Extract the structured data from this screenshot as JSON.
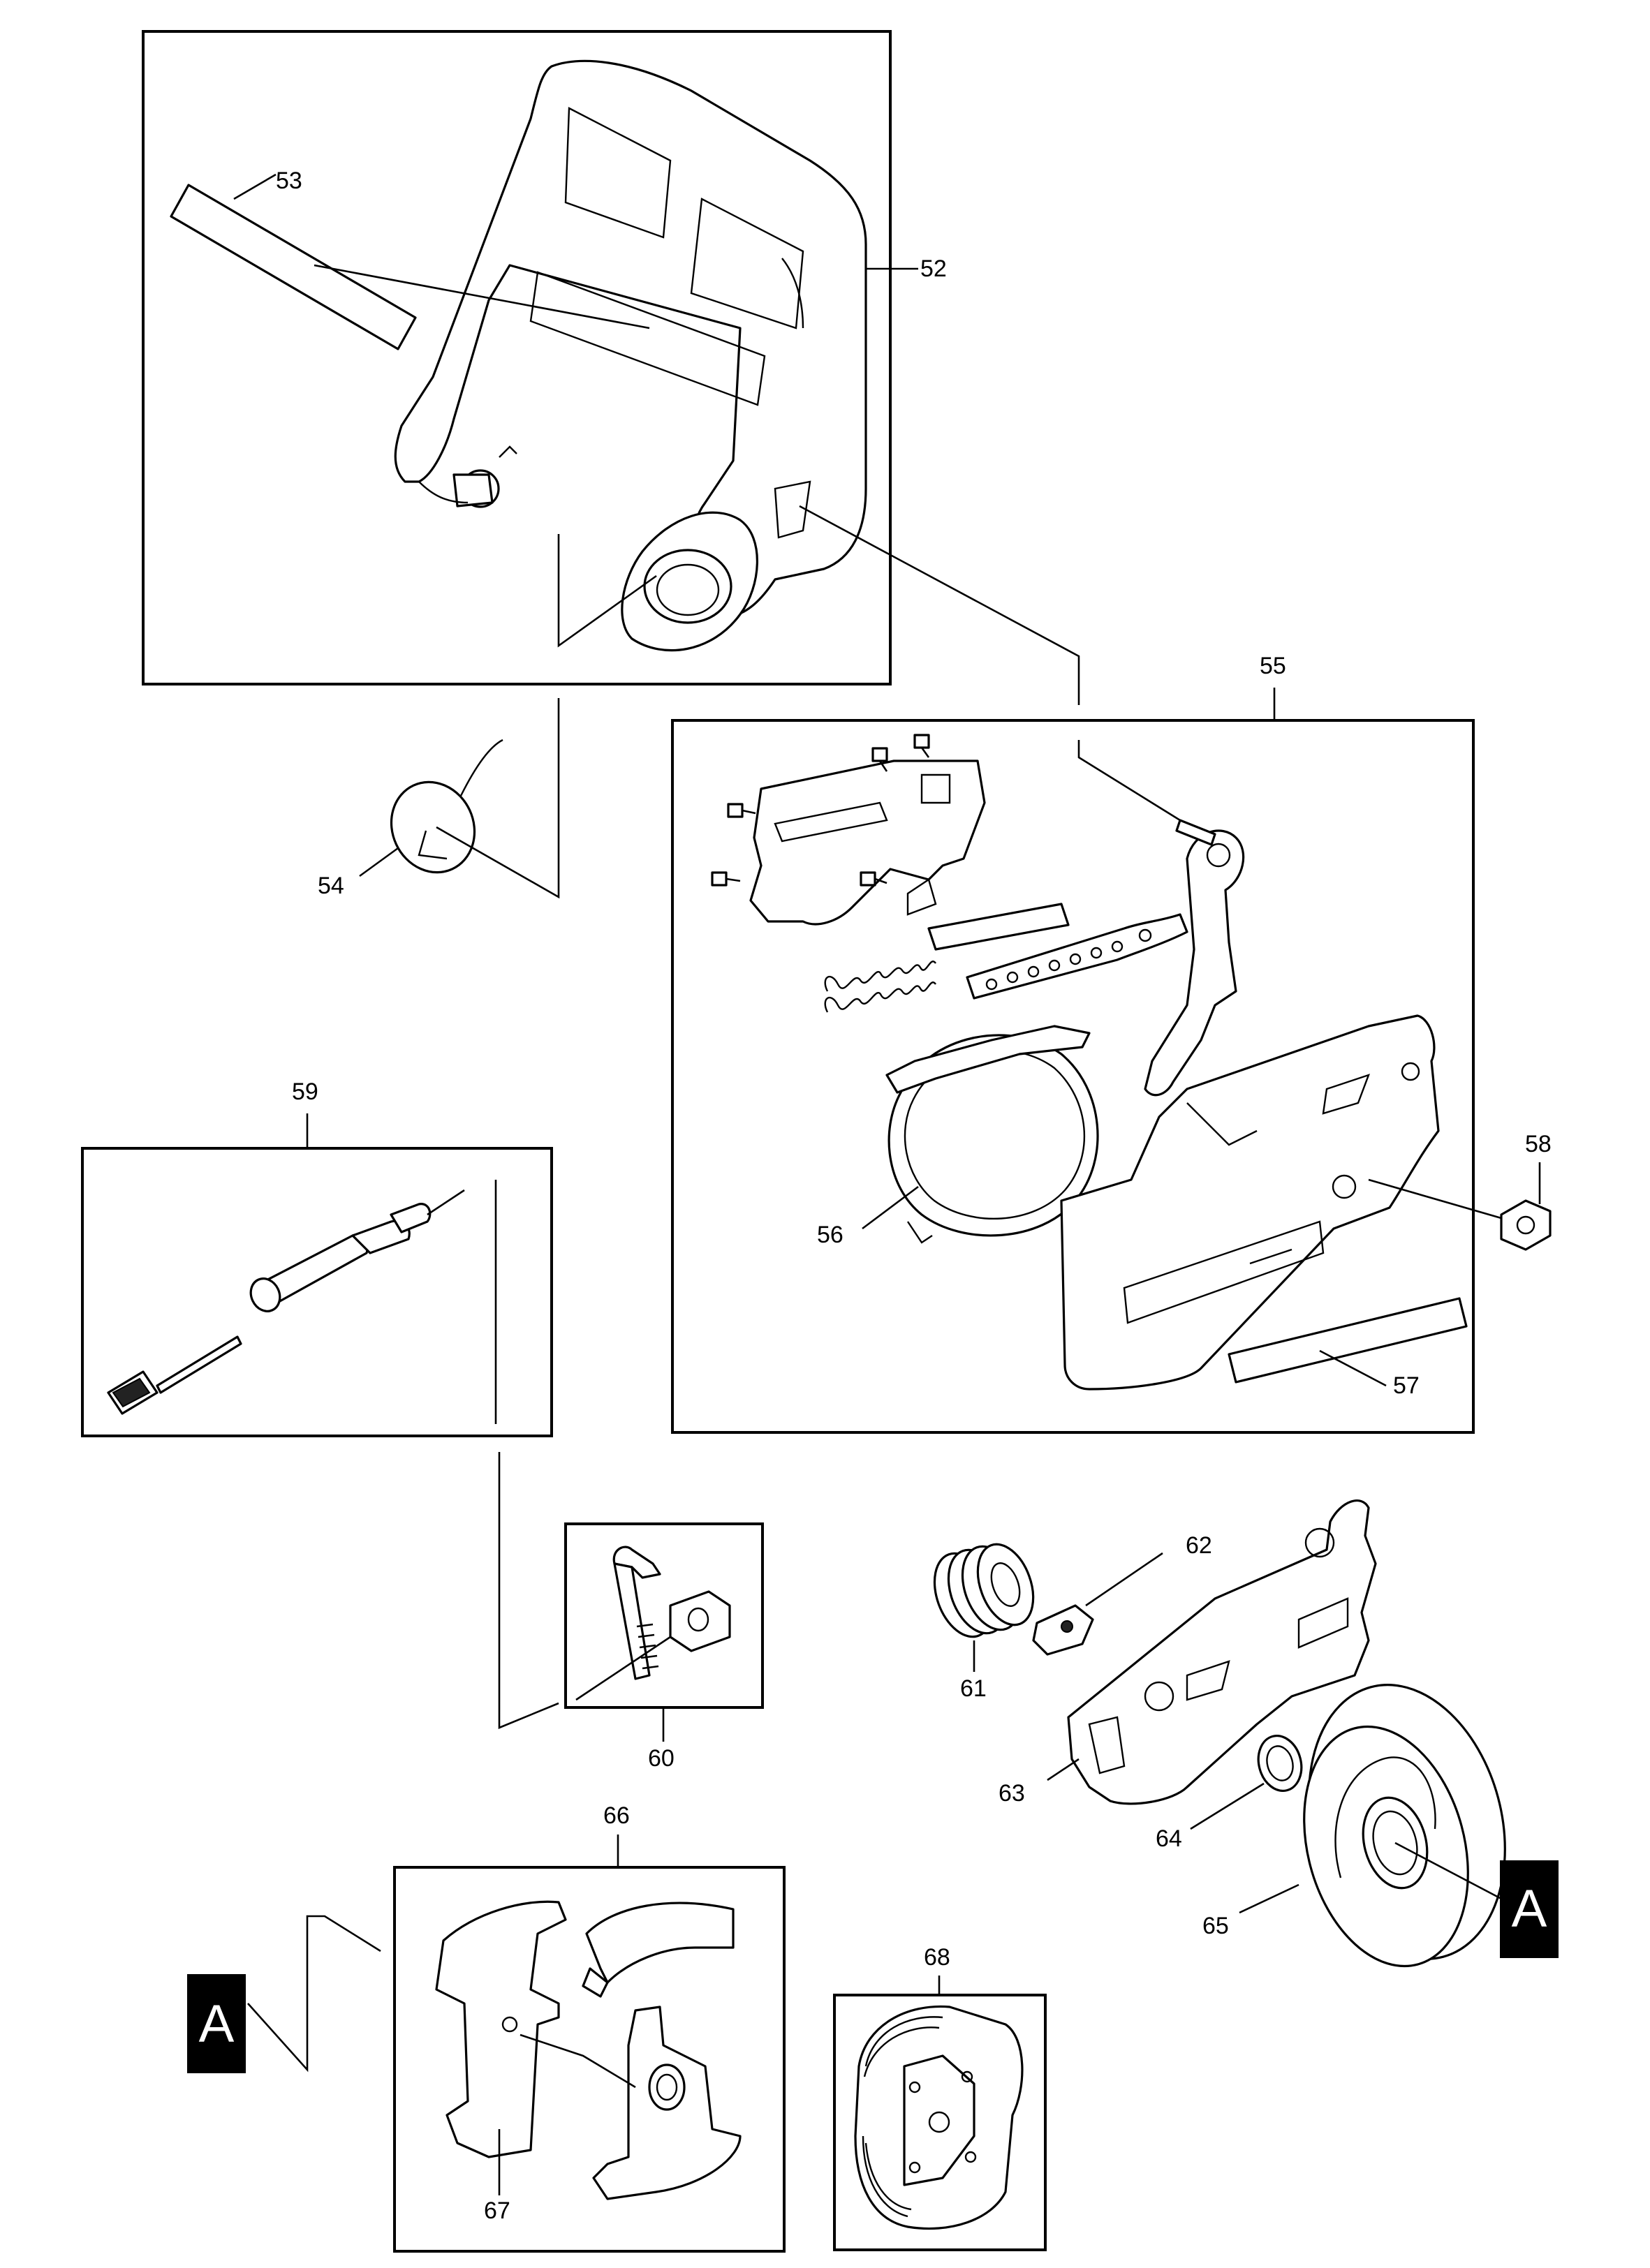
{
  "diagram": {
    "labels": {
      "p52": "52",
      "p53": "53",
      "p54": "54",
      "p55": "55",
      "p56": "56",
      "p57": "57",
      "p58": "58",
      "p59": "59",
      "p60": "60",
      "p61": "61",
      "p62": "62",
      "p63": "63",
      "p64": "64",
      "p65": "65",
      "p66": "66",
      "p67": "67",
      "p68": "68"
    },
    "reference_markers": {
      "right": "A",
      "left": "A"
    }
  }
}
